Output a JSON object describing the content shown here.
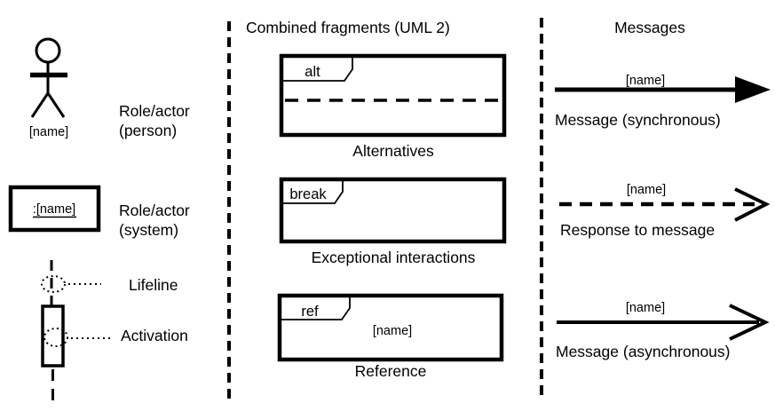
{
  "colors": {
    "ink": "#000000",
    "background": "#ffffff"
  },
  "left_column": {
    "person": {
      "name": "[name]",
      "caption_line1": "Role/actor",
      "caption_line2": "(person)"
    },
    "system": {
      "name": ":[name]",
      "caption_line1": "Role/actor",
      "caption_line2": "(system)"
    },
    "lifeline": {
      "caption": "Lifeline"
    },
    "activation": {
      "caption": "Activation"
    }
  },
  "fragments_column": {
    "header": "Combined fragments (UML 2)",
    "items": [
      {
        "operator": "alt",
        "caption": "Alternatives"
      },
      {
        "operator": "break",
        "caption": "Exceptional interactions"
      },
      {
        "operator": "ref",
        "name": "[name]",
        "caption": "Reference"
      }
    ]
  },
  "messages_column": {
    "header": "Messages",
    "items": [
      {
        "name": "[name]",
        "caption": "Message (synchronous)",
        "line_style": "solid",
        "arrowhead": "filled"
      },
      {
        "name": "[name]",
        "caption": "Response to message",
        "line_style": "dashed",
        "arrowhead": "open"
      },
      {
        "name": "[name]",
        "caption": "Message (asynchronous)",
        "line_style": "solid",
        "arrowhead": "open"
      }
    ]
  }
}
